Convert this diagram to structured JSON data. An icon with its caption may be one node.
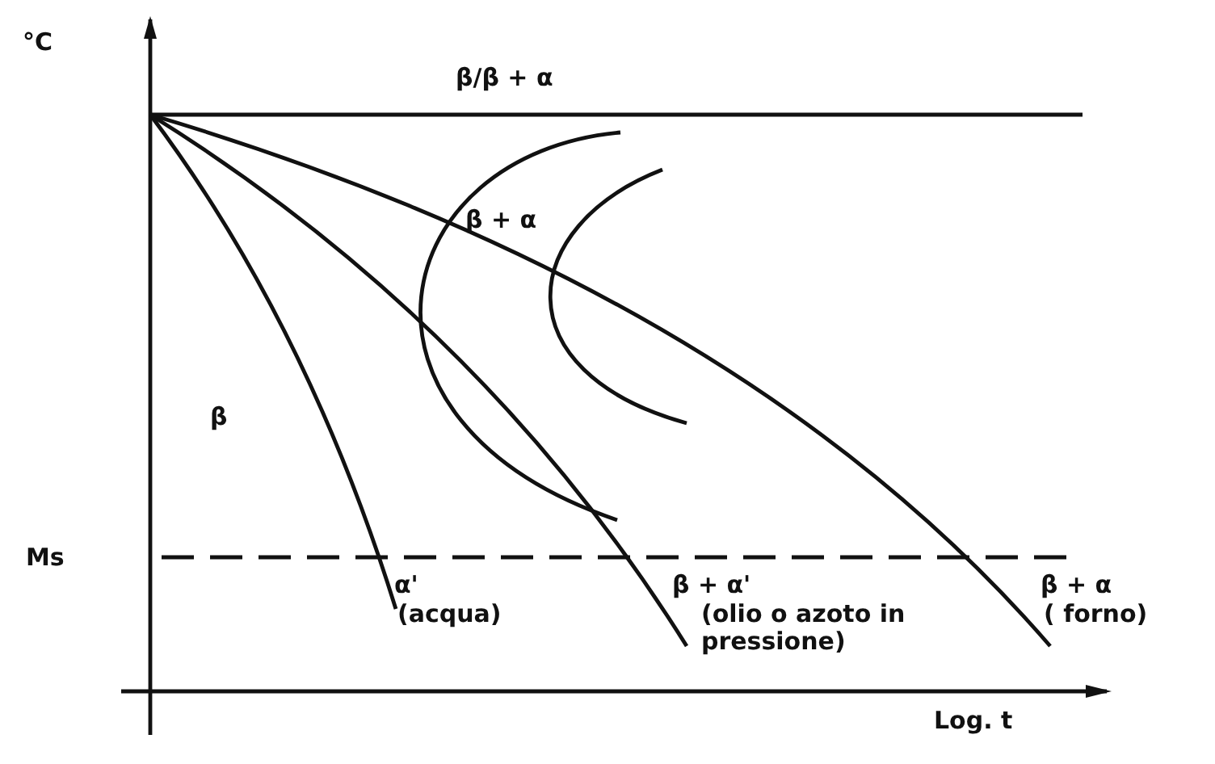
{
  "diagram": {
    "labels": [
      "°C",
      "β/β + α",
      "β + α",
      "β",
      "Ms",
      "α'",
      "(acqua)",
      "β + α'",
      "(olio o azoto in pressione)",
      "β + α",
      "( forno)",
      "Log. t"
    ]
  }
}
